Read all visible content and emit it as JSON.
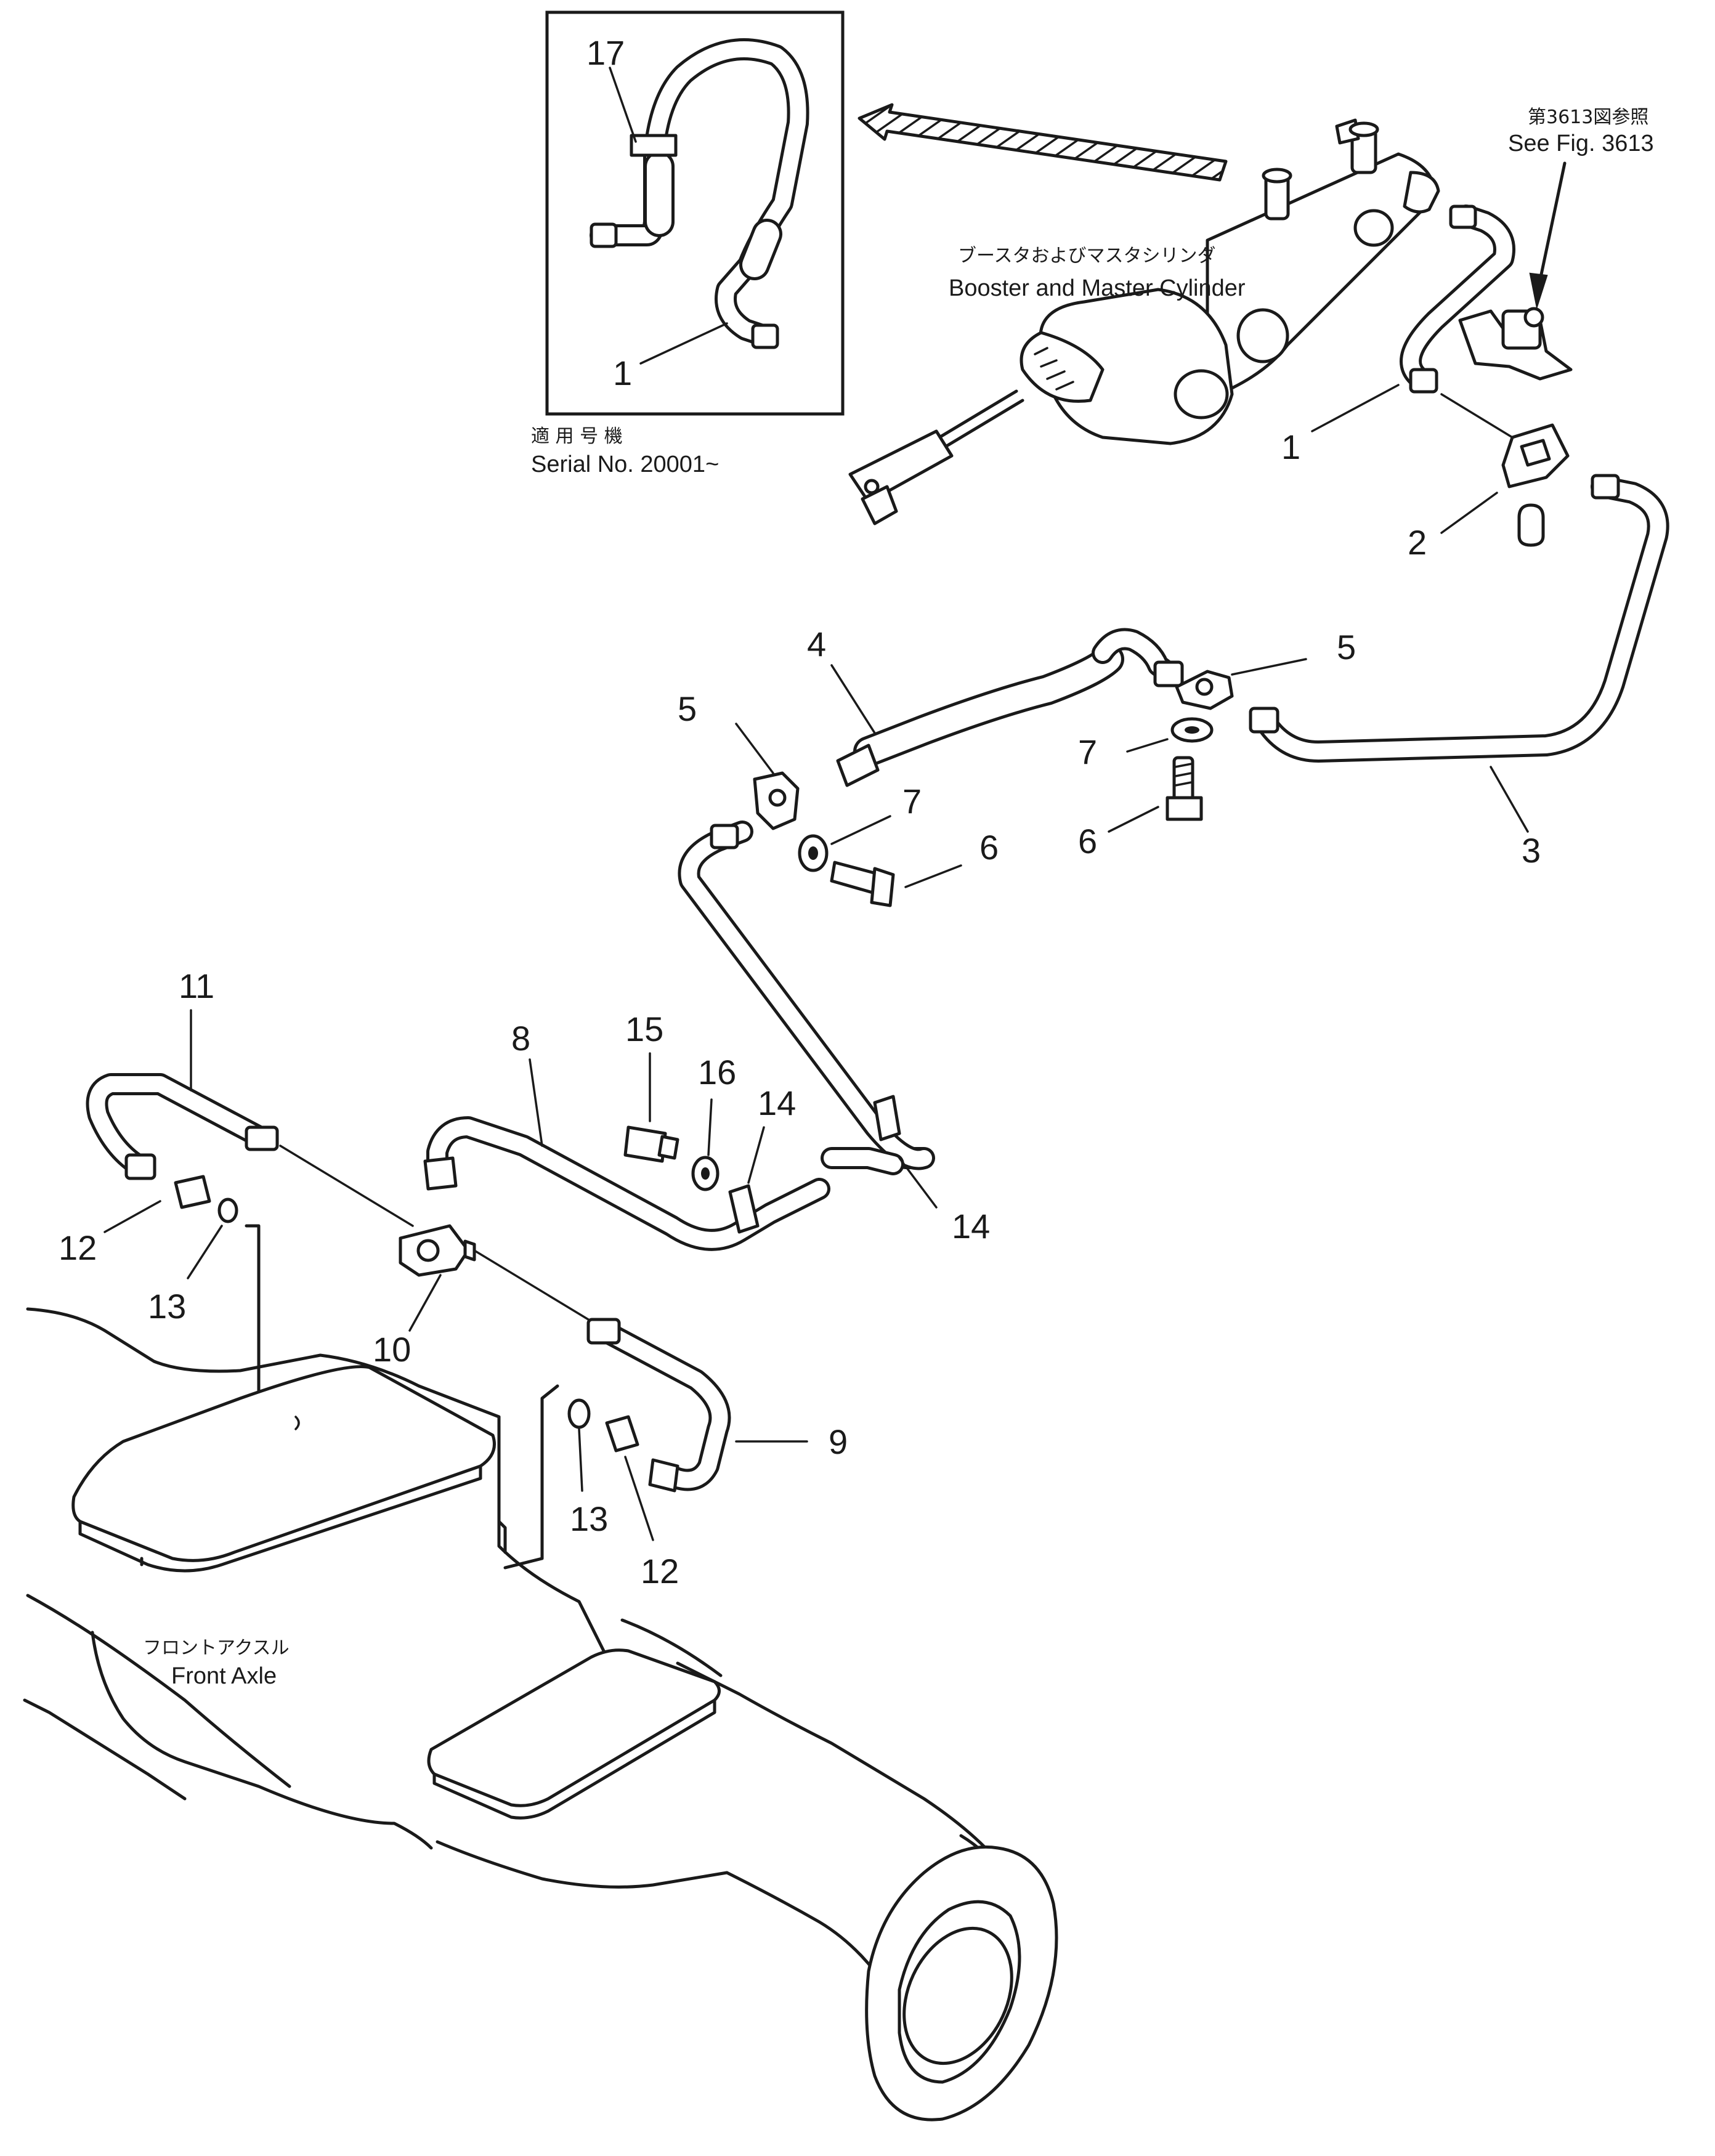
{
  "inset": {
    "serial_jp": "適 用 号 機",
    "serial_en": "Serial No. 20001~"
  },
  "labels": {
    "booster_jp": "ブースタおよびマスタシリンダ",
    "booster_en": "Booster and Master Cylinder",
    "see_fig_jp": "第3613図参照",
    "see_fig_en": "See Fig. 3613",
    "front_axle_jp": "フロントアクスル",
    "front_axle_en": "Front Axle"
  },
  "callouts": {
    "inset_17": "17",
    "inset_1": "1",
    "c1": "1",
    "c2": "2",
    "c3": "3",
    "c4": "4",
    "c5_right": "5",
    "c5_left": "5",
    "c6_right": "6",
    "c6_left": "6",
    "c7_right": "7",
    "c7_left": "7",
    "c8": "8",
    "c9": "9",
    "c10": "10",
    "c11": "11",
    "c12_left": "12",
    "c12_right": "12",
    "c13_left": "13",
    "c13_right": "13",
    "c14_upper": "14",
    "c14_lower": "14",
    "c15": "15",
    "c16": "16"
  }
}
